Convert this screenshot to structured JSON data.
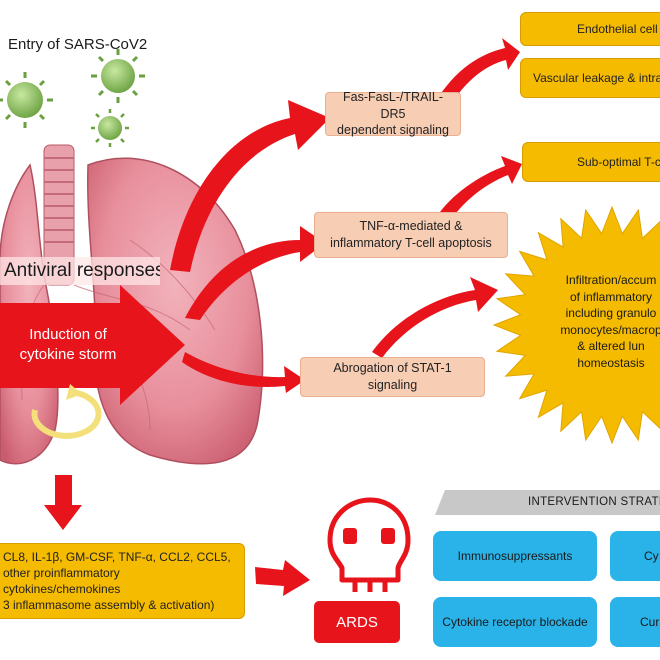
{
  "header": {
    "entry_label": "Entry of SARS-CoV2"
  },
  "lungs": {
    "antiviral_label": "Antiviral responses",
    "storm_label": "Induction of\ncytokine storm"
  },
  "pathways": {
    "fas": "Fas-FasL-/TRAIL-DR5\ndependent signaling",
    "tnf": "TNF-α-mediated &\ninflammatory T-cell apoptosis",
    "stat": "Abrogation of STAT-1 signaling"
  },
  "outcomes": {
    "endothelial": "Endothelial cell",
    "vascular": "Vascular leakage & intrav",
    "suboptimal": "Sub-optimal T-ce",
    "infiltration": "Infiltration/accum\nof inflammatory\nincluding granulo\nmonocytes/macrop\n& altered lun\nhomeostasis"
  },
  "cytokines": {
    "text": "CL8, IL-1β, GM-CSF, TNF-α, CCL2, CCL5,\nother proinflammatory cytokines/chemokines\n3 inflammasome assembly & activation)"
  },
  "ards": {
    "label": "ARDS"
  },
  "intervention": {
    "title": "INTERVENTION STRATEG",
    "items": [
      "Immunosuppressants",
      "Cy",
      "Cytokine receptor blockade",
      "Cur"
    ]
  },
  "colors": {
    "arrow_red": "#e8141b",
    "peach": "#f7cdb4",
    "yellow": "#f5bb00",
    "blue": "#29b3e8",
    "grey_banner": "#c8c8c8",
    "lung_pink": "#e8909b",
    "virus_green": "#8fc460"
  }
}
